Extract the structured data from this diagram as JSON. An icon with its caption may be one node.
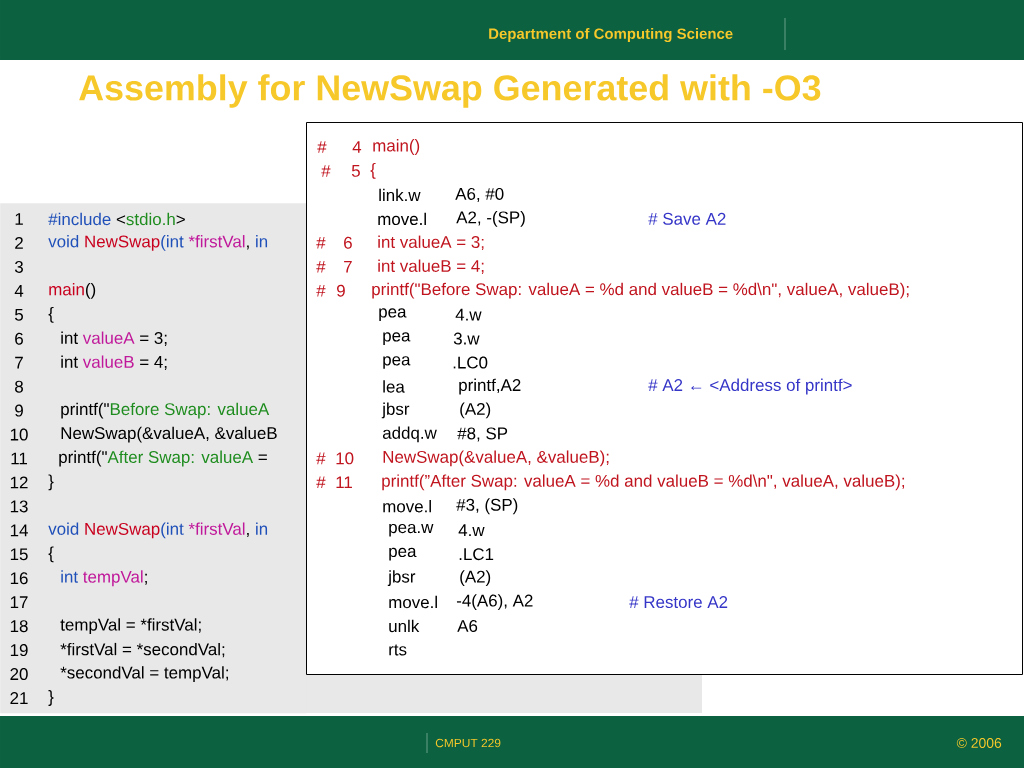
{
  "diagram": {
    "title": "Assembly for NewSwap Generated with -O3",
    "nodes": [
      {
        "text": [
          "1",
          "#include",
          "<",
          "stdio.h",
          ">",
          "2",
          "void",
          "NewSwap",
          "(int",
          "*firstVal",
          ",",
          "in",
          "3",
          "4",
          "main",
          "()",
          "5",
          "{",
          "6",
          "int",
          "valueA",
          "= 3;",
          "7",
          "int",
          "valueB",
          "= 4;",
          "8",
          "9",
          "printf(\"",
          "Before Swap: valueA",
          "10",
          "NewSwap(&valueA, &valueB",
          "11",
          "printf(\"",
          "After Swap: valueA",
          "=",
          "12",
          "}",
          "13",
          "14",
          "void",
          "NewSwap",
          "(int",
          "*firstVal",
          ",",
          "in",
          "15",
          "{",
          "16",
          "int",
          "tempVal",
          ";",
          "17",
          "18",
          "tempVal = *firstVal;",
          "19",
          "*firstVal = *secondVal;",
          "20",
          "*secondVal = tempVal;",
          "21",
          "}"
        ]
      },
      {
        "text": [
          "#",
          "4",
          "main()",
          "#",
          "5",
          "{",
          "link.w",
          "A6, #0",
          "move.l",
          "A2, -(SP)",
          "# Save A2",
          "#",
          "6",
          "int valueA = 3;",
          "#",
          "7",
          "int valueB = 4;",
          "#",
          "9",
          "printf(\"Before Swap: valueA = %d and valueB = %d\\n\", valueA, valueB);",
          "pea",
          "4.w",
          "pea",
          "3.w",
          "pea",
          ".LC0",
          "lea",
          "printf,A2",
          "# A2 ← <Address of printf>",
          "jbsr",
          "(A2)",
          "addq.w",
          "#8, SP",
          "#",
          "10",
          "NewSwap(&valueA, &valueB);",
          "#",
          "11",
          "printf(”After Swap: valueA = %d and valueB = %d\\n\", valueA, valueB);",
          "move.l",
          "#3, (SP)",
          "pea.w",
          "4.w",
          "pea",
          ".LC1",
          "jbsr",
          "(A2)",
          "move.l",
          "-4(A6), A2",
          "# Restore A2",
          "unlk",
          "A6",
          "rts"
        ]
      }
    ],
    "labels": [
      "Department of Computing Science",
      "CMPUT 229",
      "© 2006"
    ]
  }
}
